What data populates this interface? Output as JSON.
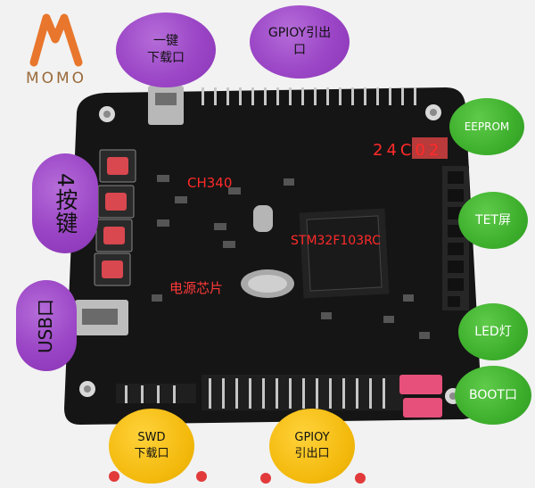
{
  "logo": {
    "brand": "MOMO"
  },
  "callouts": {
    "download_usb": "一键\n下载口",
    "gpio_top": "GPIOY引出\n口",
    "keys": "4按键",
    "usb_port": "USB口",
    "eeprom": "EEPROM",
    "tft": "TET屏",
    "led": "LED灯",
    "boot": "BOOT口",
    "swd": "SWD\n下载口",
    "gpio_bottom": "GPIOY\n引出口"
  },
  "board_labels": {
    "eeprom_chip": "24C02",
    "usb_serial": "CH340",
    "mcu": "STM32F103RC",
    "power_chip": "电源芯片"
  },
  "colors": {
    "pcb": "#141414",
    "callout_purple": "#9b46c6",
    "callout_green": "#3daf2c",
    "callout_yellow": "#f3b90c",
    "silk_red": "#ff2a2a",
    "logo_orange": "#e8762c"
  }
}
